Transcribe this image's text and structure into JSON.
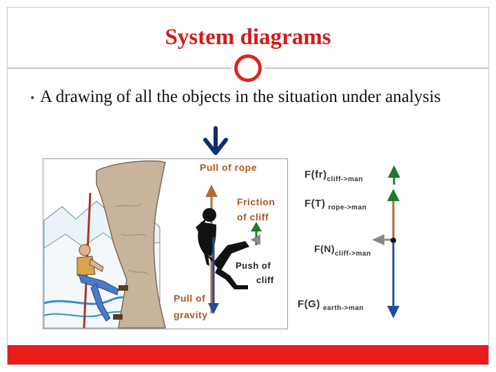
{
  "slide": {
    "title": "System diagrams",
    "bullet": "A drawing of all the objects in the situation under analysis"
  },
  "diagram": {
    "labels": {
      "pull_rope": "Pull of rope",
      "friction_line1": "Friction",
      "friction_line2": "of cliff",
      "push_line1": "Push of",
      "push_line2": "cliff",
      "gravity_line1": "Pull of",
      "gravity_line2": "gravity"
    },
    "forces": {
      "friction_main": "F(fr)",
      "friction_sub": "cliff->man",
      "tension_main": "F(T)",
      "tension_sub": "rope->man",
      "normal_main": "F(N)",
      "normal_sub": "cliff->man",
      "gravity_main": "F(G)",
      "gravity_sub": "earth->man"
    },
    "colors": {
      "title": "#d21a1a",
      "rope": "#b26a38",
      "friction": "#1c7a2c",
      "normal": "#888888",
      "gravity": "#1d4e9c",
      "label": "#b0571f",
      "navy_arrow": "#0d2d6e",
      "bar": "#ea1b1b"
    }
  }
}
